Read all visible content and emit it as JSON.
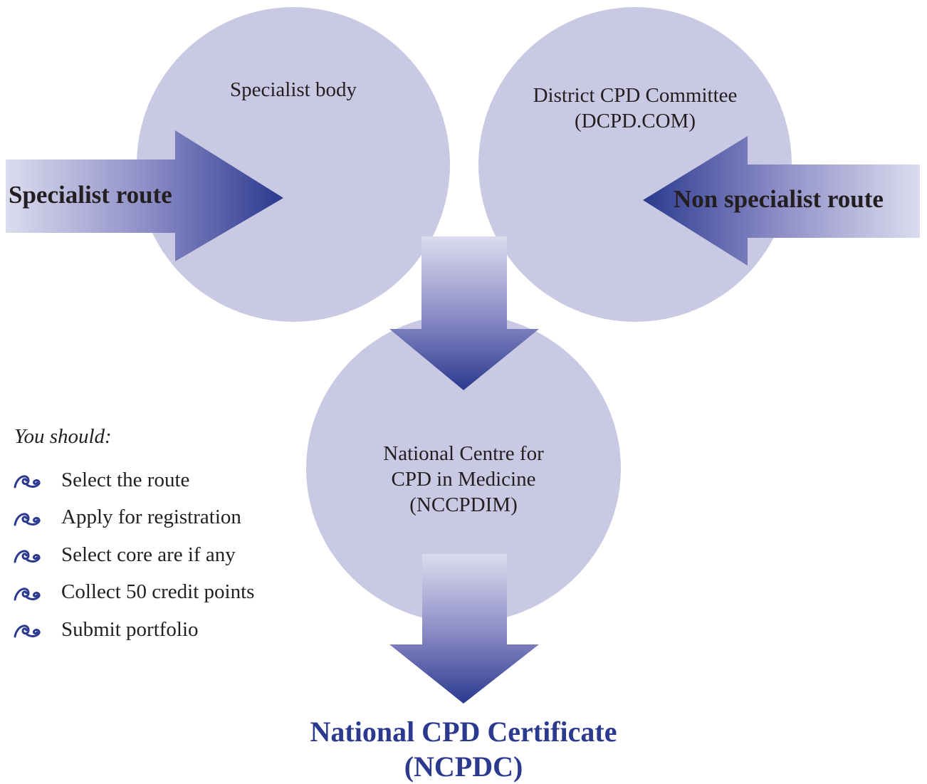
{
  "nodes": {
    "specialist_body": {
      "lines": [
        "Specialist body"
      ]
    },
    "district_committee": {
      "lines": [
        "District CPD Committee",
        "(DCPD.COM)"
      ]
    },
    "national_centre": {
      "lines": [
        "National Centre for",
        "CPD in Medicine",
        "(NCCPDIM)"
      ]
    }
  },
  "routes": {
    "specialist": "Specialist route",
    "non_specialist": "Non specialist route"
  },
  "checklist": {
    "heading": "You should:",
    "bullet_icon": "swirl-bullet-icon",
    "items": [
      "Select the route",
      "Apply for registration",
      "Select core are if any",
      "Collect 50 credit points",
      "Submit portfolio"
    ]
  },
  "certificate": {
    "line1": "National CPD Certificate",
    "line2": "(NCPDC)"
  },
  "colors": {
    "circle": "#c9c9e3",
    "arrow_light": "#d6d6ec",
    "arrow_dark": "#2b3a8f",
    "certificate_text": "#2b3a8f",
    "text": "#231f20"
  }
}
